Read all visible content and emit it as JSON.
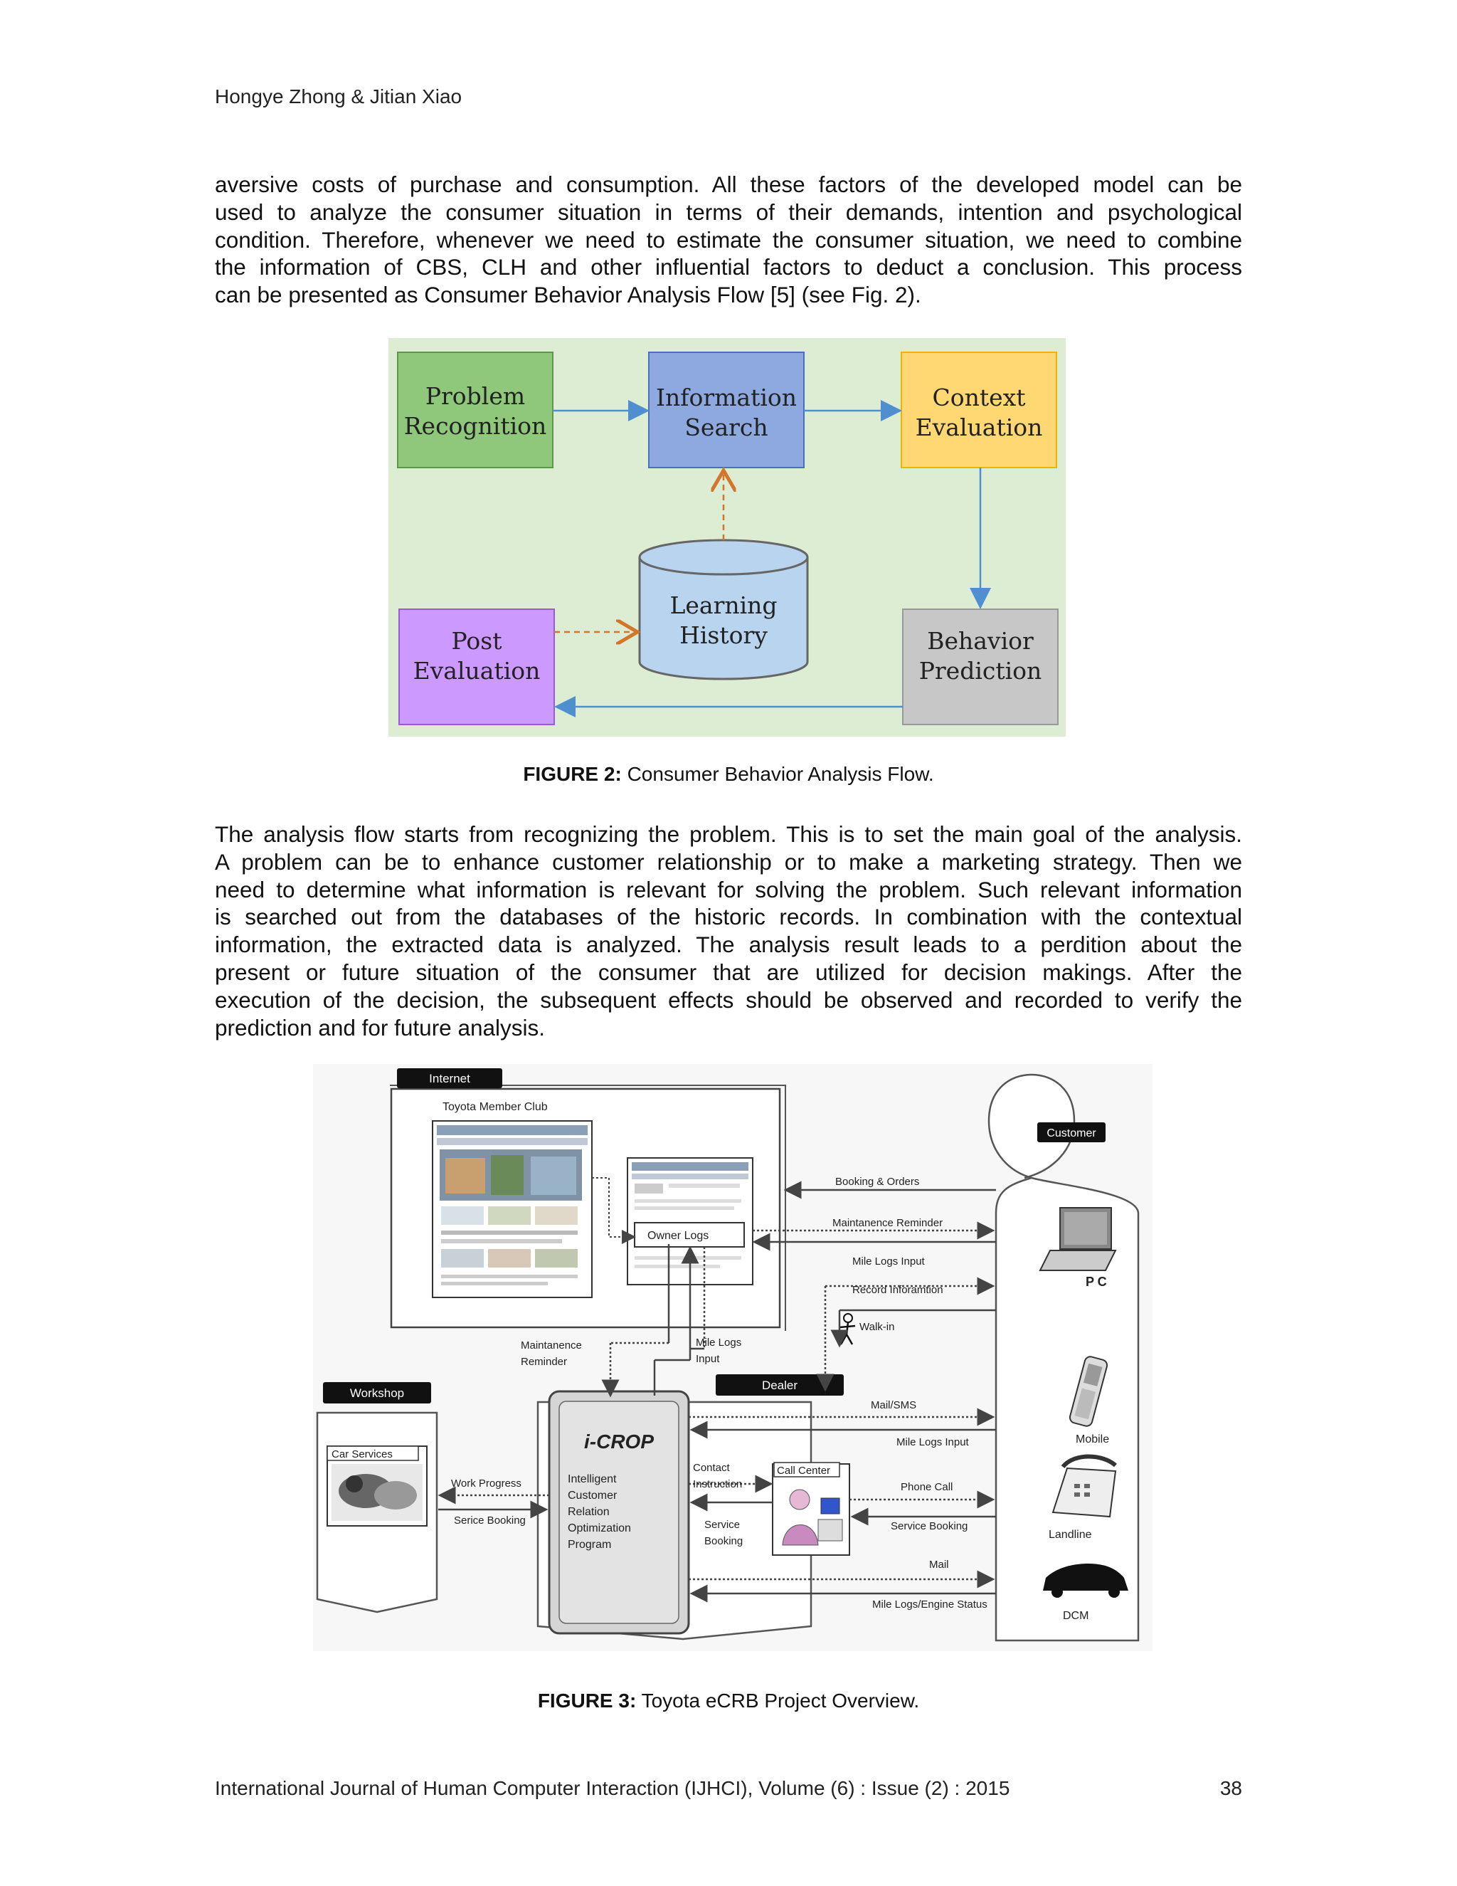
{
  "header": {
    "authors": "Hongye Zhong & Jitian Xiao"
  },
  "para1": {
    "lines": [
      "aversive costs of purchase and consumption. All these factors of the developed model can be",
      "used to analyze the consumer situation in terms of their demands, intention and psychological",
      "condition. Therefore, whenever we need to estimate the consumer situation, we need to combine",
      "the information of CBS, CLH and other influential factors to deduct a conclusion. This process",
      "can be presented as Consumer Behavior Analysis Flow [5] (see Fig. 2)."
    ]
  },
  "figure2": {
    "boxes": {
      "problem": [
        "Problem",
        "Recognition"
      ],
      "info": [
        "Information",
        "Search"
      ],
      "context": [
        "Context",
        "Evaluation"
      ],
      "learning": [
        "Learning",
        "History"
      ],
      "post": [
        "Post",
        "Evaluation"
      ],
      "behavior": [
        "Behavior",
        "Prediction"
      ]
    },
    "colors": {
      "background": "#dcedd4",
      "problem": "#8fc87a",
      "info": "#8ea9e0",
      "context": "#ffd873",
      "learning": "#b8d4ee",
      "post": "#cc99ff",
      "behavior": "#c7c7c7",
      "arrow_solid": "#4f8fd0",
      "arrow_dashed": "#d3752a"
    },
    "caption_label": "FIGURE 2:",
    "caption_text": "Consumer Behavior Analysis Flow."
  },
  "para2": {
    "lines": [
      "The analysis flow starts from recognizing the problem. This is to set the main goal of the analysis.",
      "A problem can be to enhance customer relationship or to make a marketing strategy. Then we",
      "need to determine what information is relevant for solving the problem. Such relevant information",
      "is searched out from the databases of the historic records. In combination with the contextual",
      "information, the extracted data is analyzed. The analysis result leads to a perdition about the",
      "present or future situation of the consumer that are utilized for decision makings. After the",
      "execution of the decision, the subsequent effects should be observed and recorded to verify the",
      "prediction and for future analysis."
    ]
  },
  "figure3": {
    "internet": "Internet",
    "member_club": "Toyota Member Club",
    "owner_logs": "Owner Logs",
    "customer": "Customer",
    "pc": "P C",
    "mobile": "Mobile",
    "landline": "Landline",
    "dcm": "DCM",
    "workshop": "Workshop",
    "car_services": "Car Services",
    "dealer": "Dealer",
    "icrop": "i-CROP",
    "icrop_desc": [
      "Intelligent",
      "Customer",
      "Relation",
      "Optimization",
      "Program"
    ],
    "call_center": "Call Center",
    "labels": {
      "booking_orders": "Booking & Orders",
      "maint_reminder_top": "Maintanence Reminder",
      "mile_logs_input_top": "Mile Logs Input",
      "record_info": "Record Inforamtion",
      "walk_in": "Walk-in",
      "maint_reminder_left": [
        "Maintanence",
        "Reminder"
      ],
      "mile_logs_input_mid": [
        "Mile Logs",
        "Input"
      ],
      "mail_sms": "Mail/SMS",
      "mile_logs_input_low": "Mile Logs Input",
      "phone_call": "Phone Call",
      "service_booking_right": "Service Booking",
      "mail": "Mail",
      "mile_logs_engine": "Mile Logs/Engine Status",
      "work_progress": "Work Progress",
      "serice_booking": "Serice Booking",
      "contact_instruction": [
        "Contact",
        "Instruction"
      ],
      "service_booking_cc": [
        "Service",
        "Booking"
      ]
    },
    "caption_label": "FIGURE 3:",
    "caption_text": "Toyota eCRB Project Overview."
  },
  "footer": {
    "journal": "International Journal of Human Computer Interaction (IJHCI), Volume (6) : Issue (2) : 2015",
    "page": "38"
  }
}
